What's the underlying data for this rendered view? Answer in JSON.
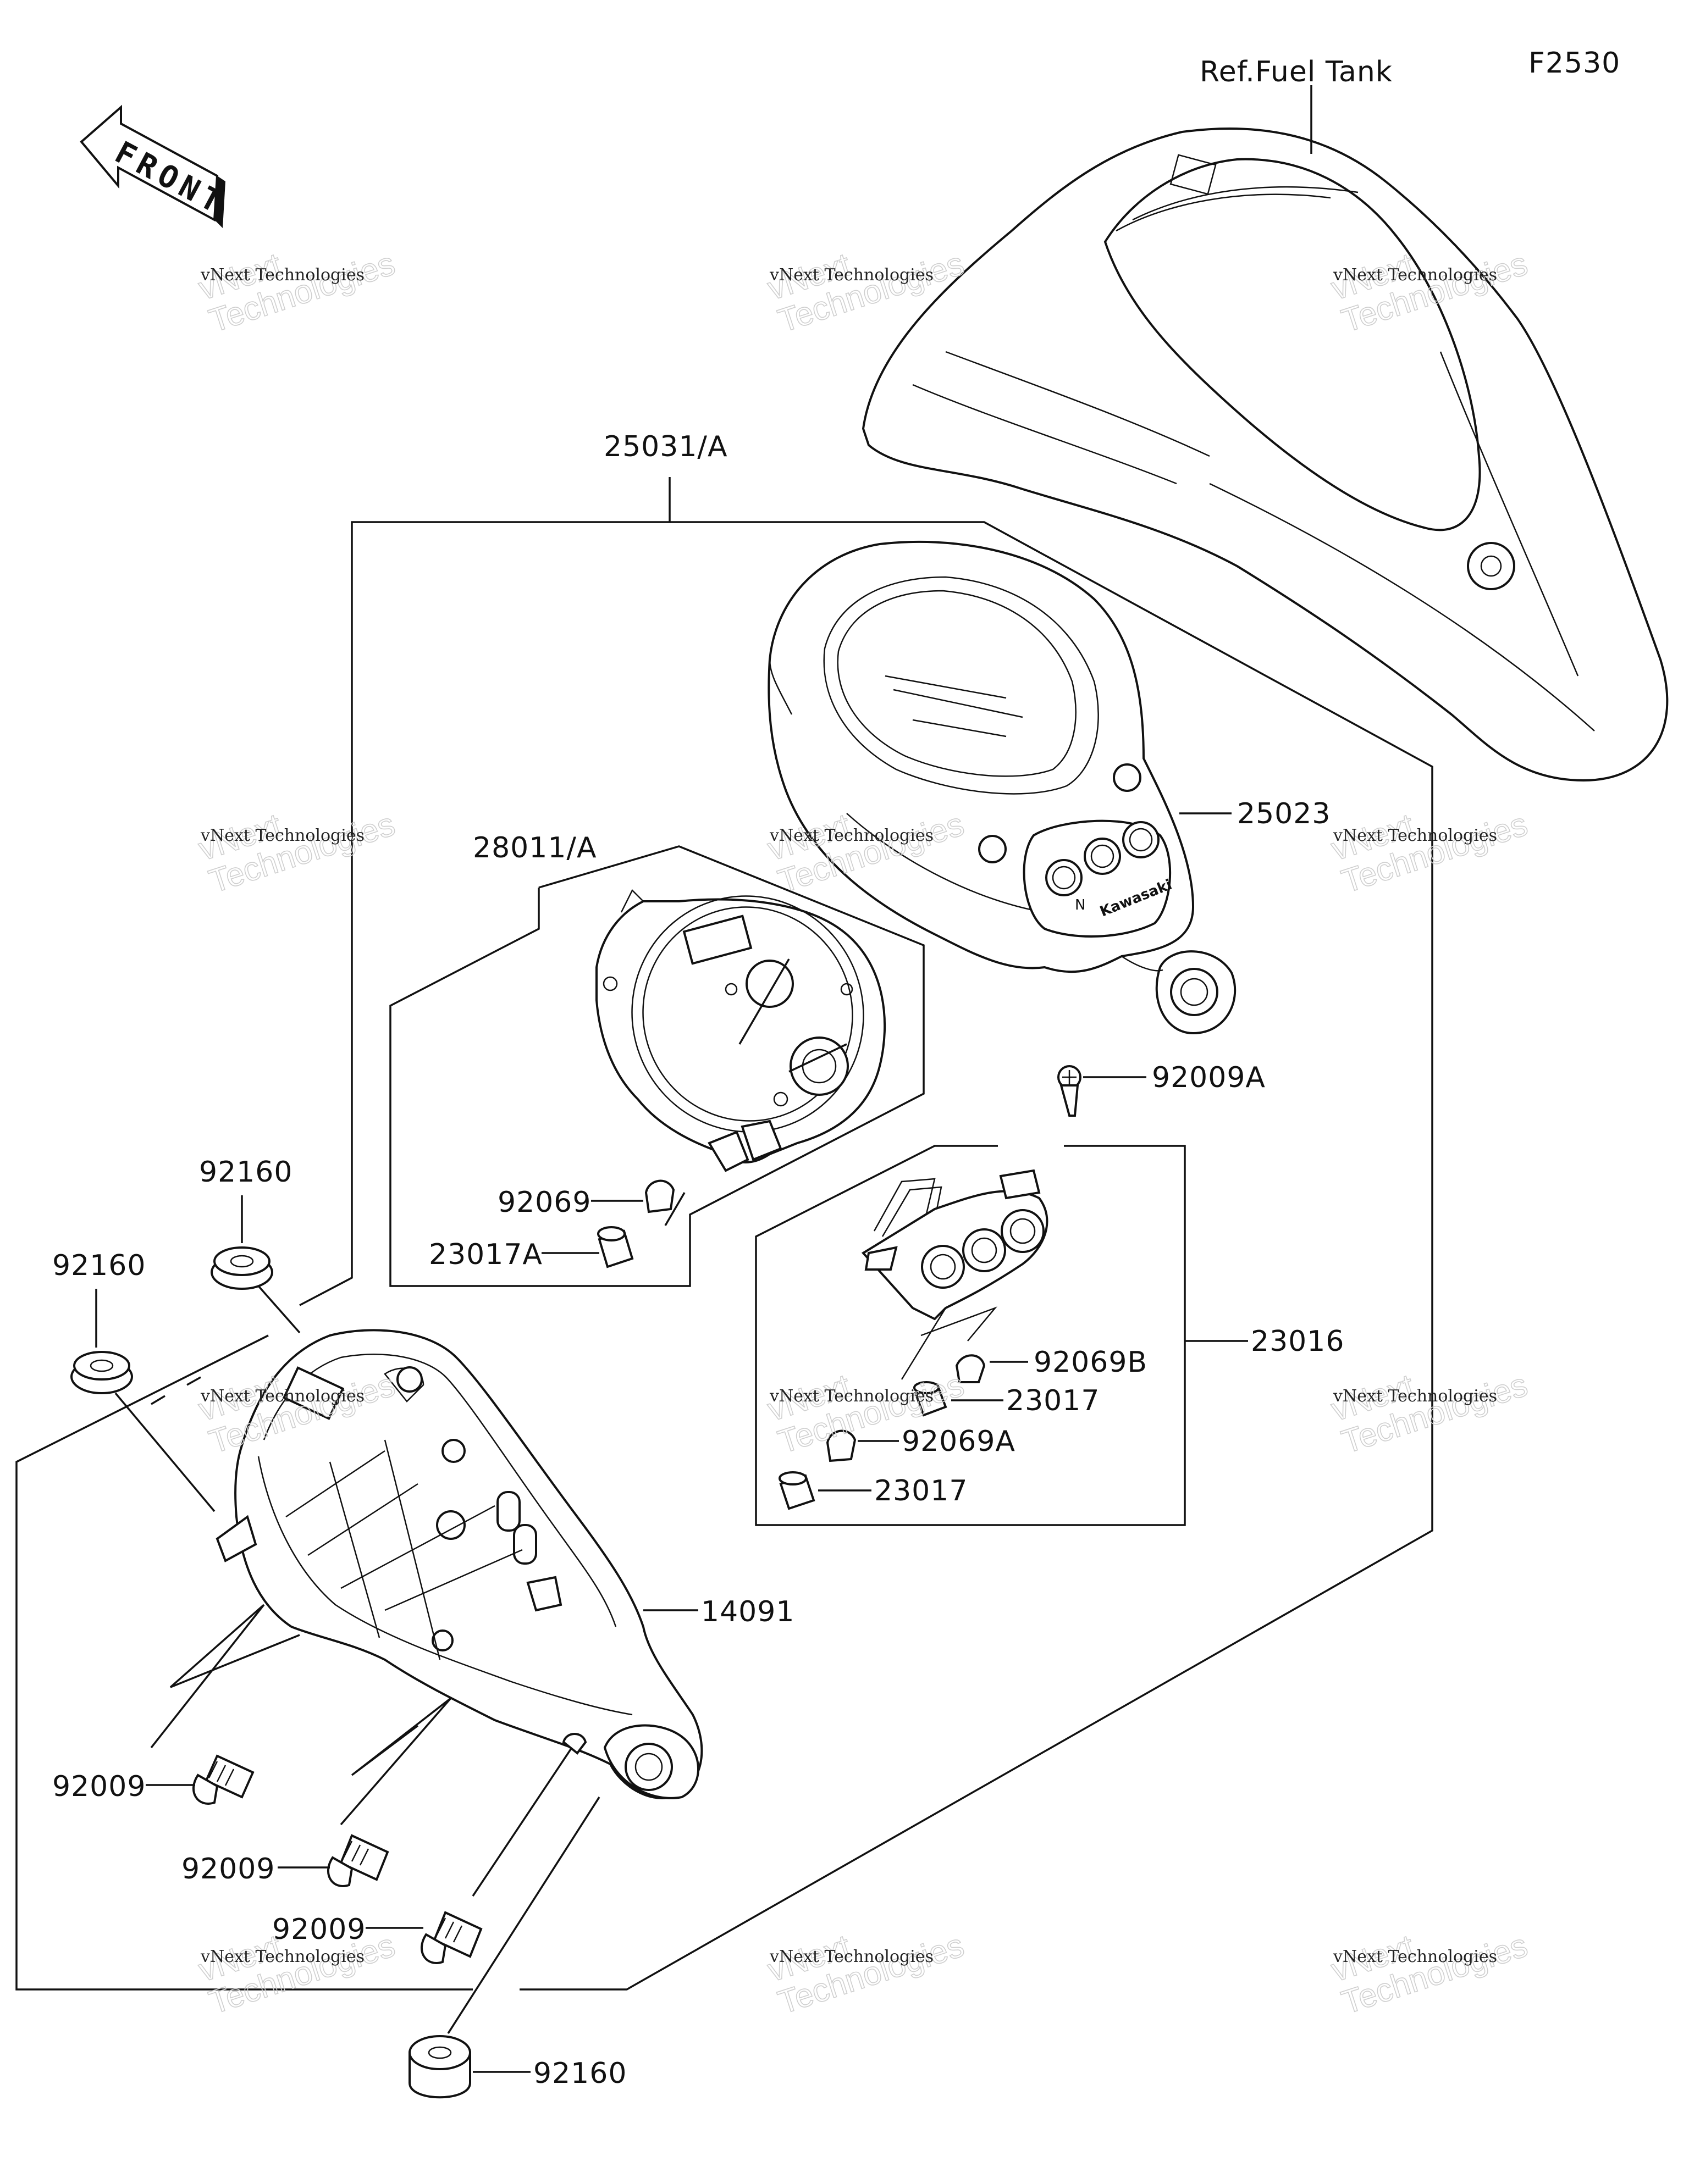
{
  "figure_code": "F2530",
  "front_marker": "FRONT",
  "ref_label": "Ref.Fuel Tank",
  "watermark": {
    "line1": "vNext Technologies",
    "line2": "vNext\nTechnologies"
  },
  "callouts": {
    "c25031A": "25031/A",
    "c25023": "25023",
    "c28011A": "28011/A",
    "c92009A": "92009A",
    "c92069": "92069",
    "c23017A": "23017A",
    "c92160a": "92160",
    "c92160b": "92160",
    "c92160c": "92160",
    "c23016": "23016",
    "c92069B": "92069B",
    "c23017a": "23017",
    "c92069A": "92069A",
    "c23017b": "23017",
    "c14091": "14091",
    "c92009a": "92009",
    "c92009b": "92009",
    "c92009c": "92009"
  },
  "meter_face": {
    "brand": "Kawasaki",
    "neutral_indicator": "N"
  }
}
